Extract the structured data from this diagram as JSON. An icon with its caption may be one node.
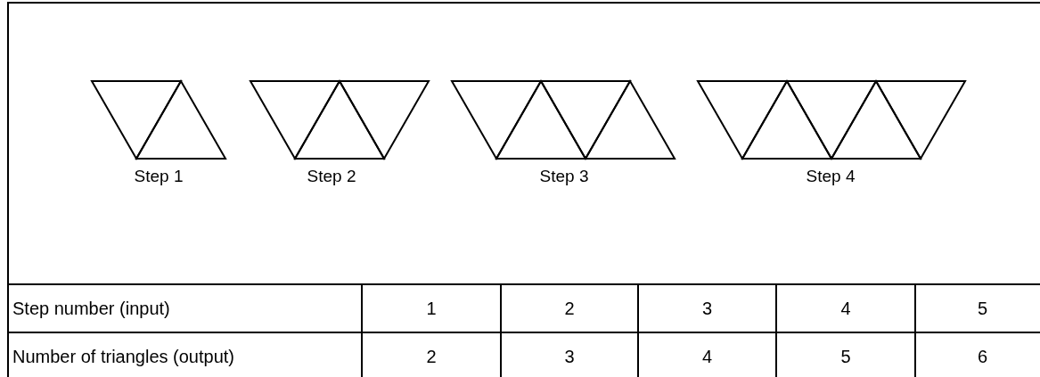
{
  "diagram": {
    "labels": [
      "Step 1",
      "Step 2",
      "Step 3",
      "Step 4",
      "Step number (input)",
      "1",
      "2",
      "3",
      "4",
      "5",
      "Number of triangles (output)",
      "2",
      "3",
      "4",
      "5",
      "6"
    ]
  }
}
